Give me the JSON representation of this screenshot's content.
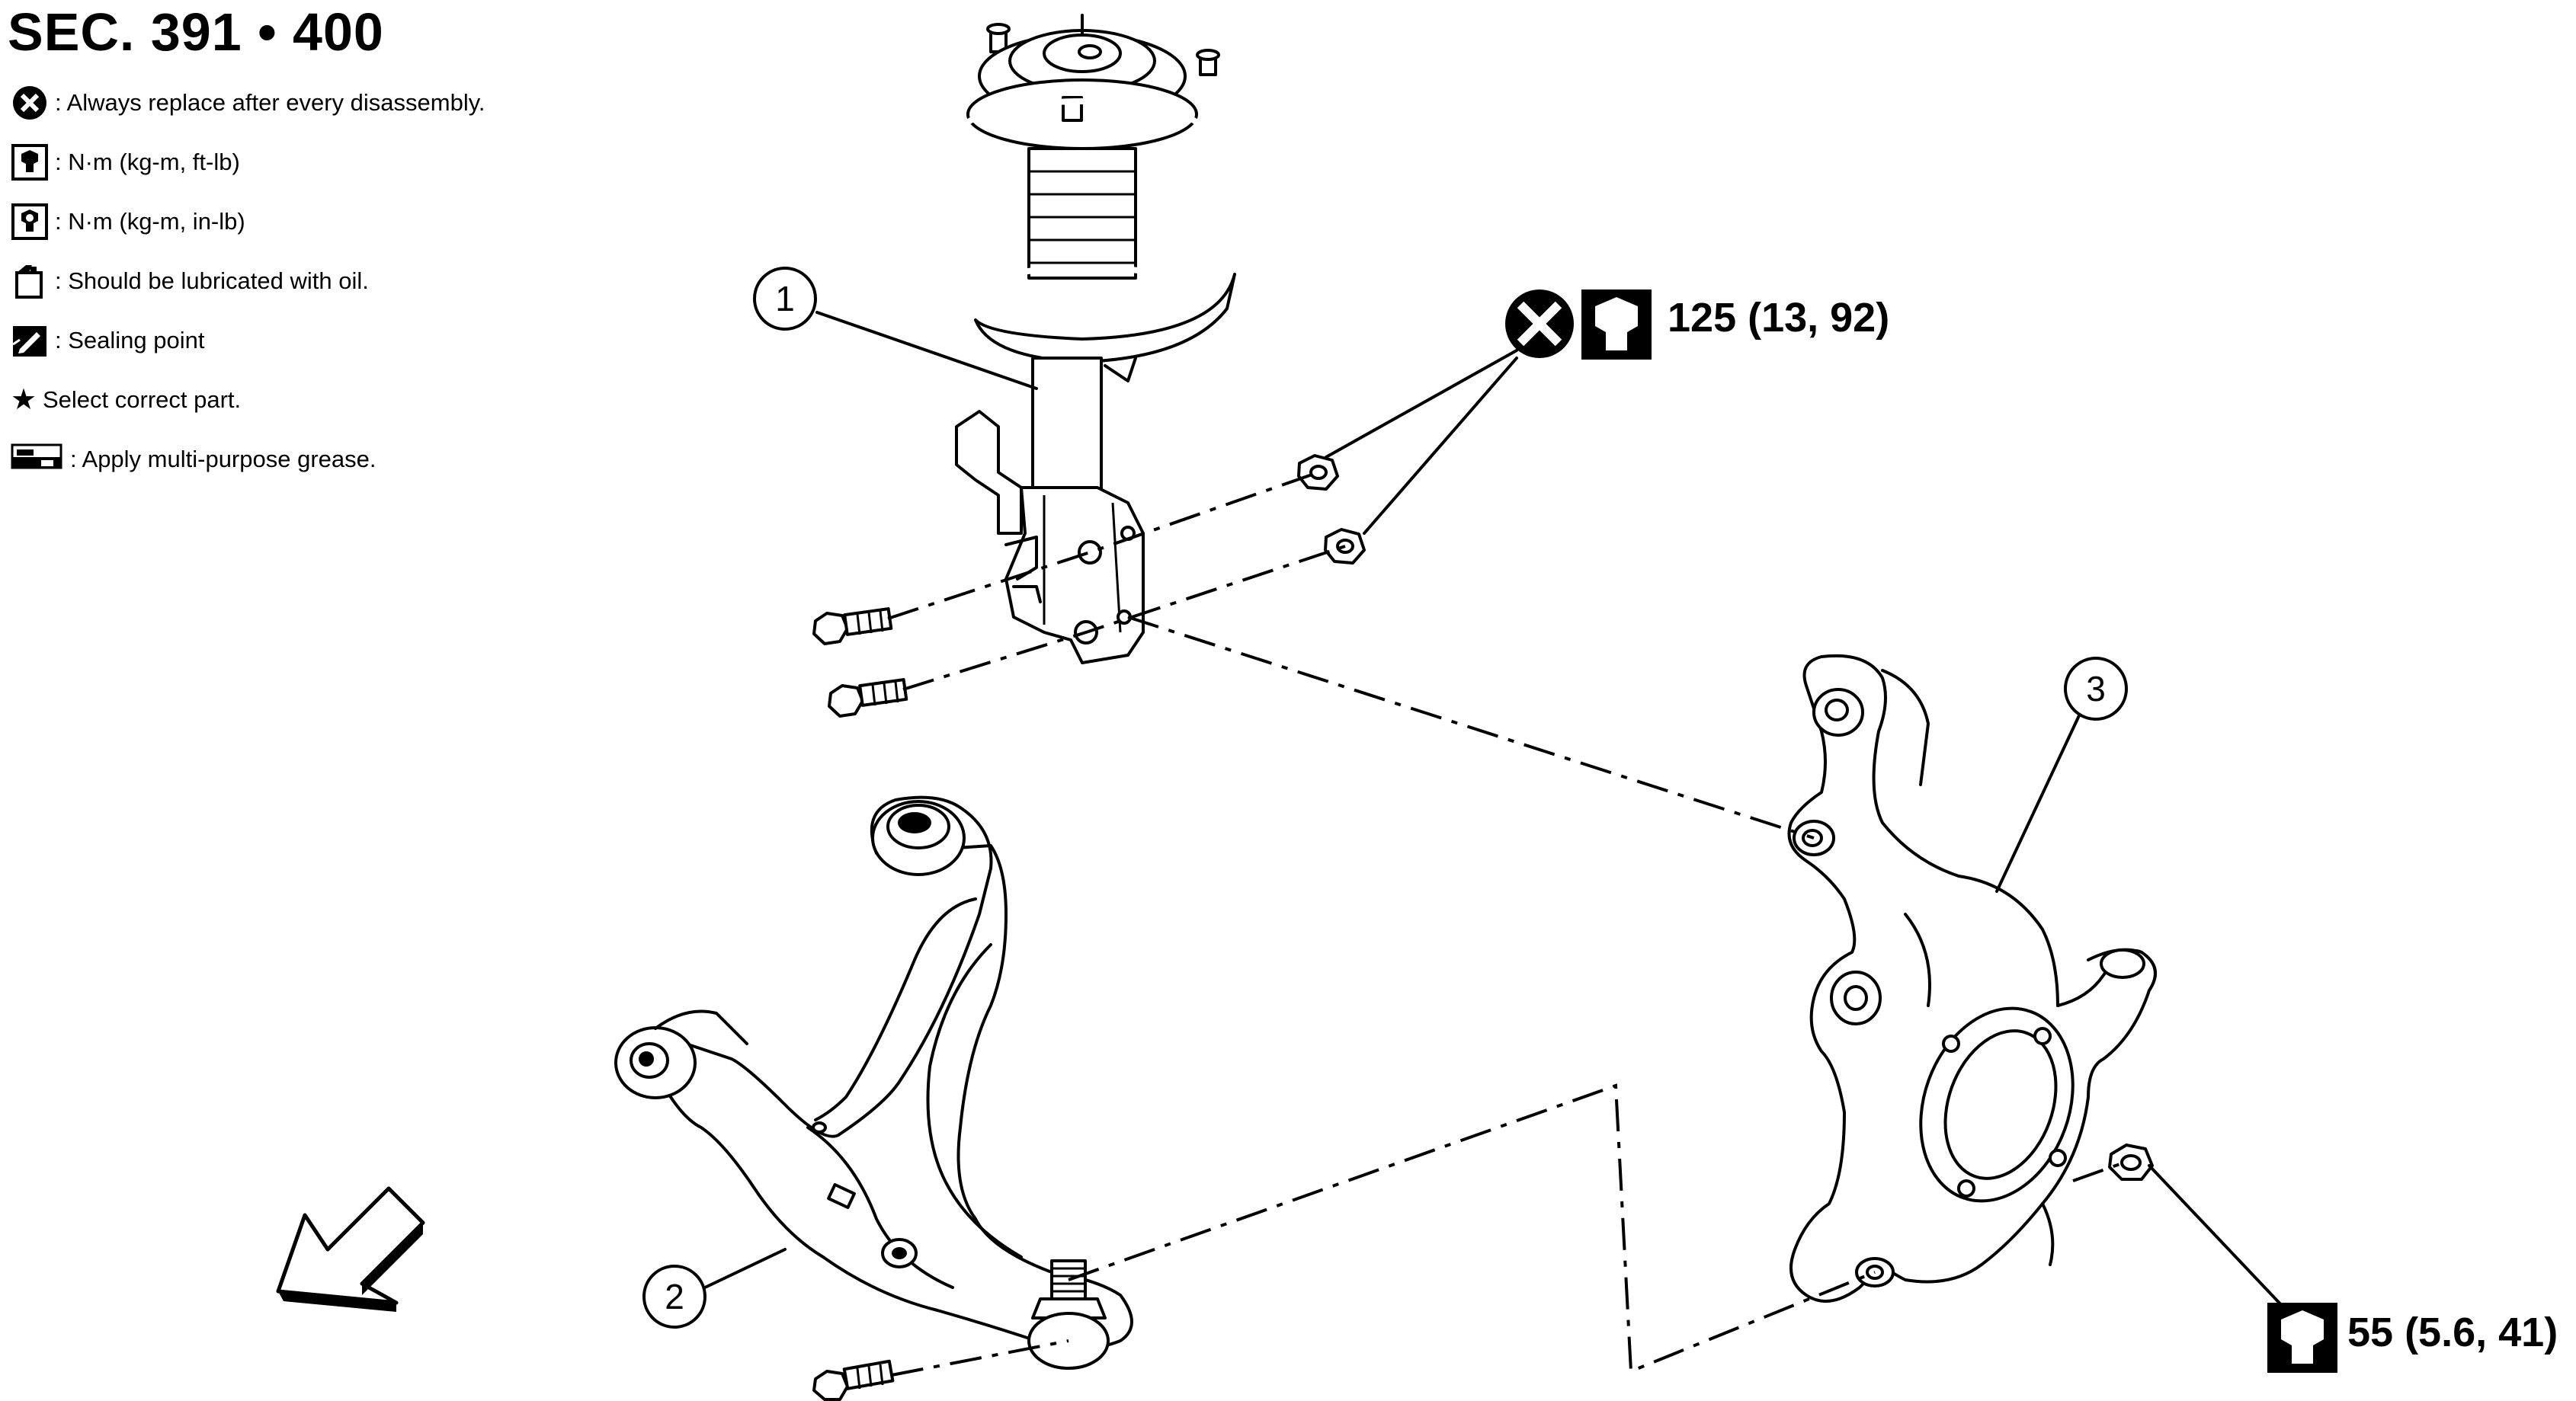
{
  "title": "SEC. 391 • 400",
  "legend": [
    {
      "icon": "replace-icon",
      "text": ": Always replace after every disassembly."
    },
    {
      "icon": "torque-ftlb-icon",
      "text": ": N·m (kg-m, ft-lb)"
    },
    {
      "icon": "torque-inlb-icon",
      "text": ": N·m (kg-m, in-lb)"
    },
    {
      "icon": "oil-icon",
      "text": ": Should be lubricated with oil."
    },
    {
      "icon": "sealing-icon",
      "text": ": Sealing point"
    },
    {
      "icon": "star-icon",
      "text": "Select correct part."
    },
    {
      "icon": "grease-icon",
      "text": ": Apply multi-purpose grease."
    }
  ],
  "parts": [
    {
      "number": "1"
    },
    {
      "number": "2"
    },
    {
      "number": "3"
    }
  ],
  "torque_callouts": [
    {
      "value": "125 (13, 92)",
      "replace": true,
      "icon": "torque-ftlb-icon"
    },
    {
      "value": "55 (5.6, 41)",
      "replace": false,
      "icon": "torque-ftlb-icon"
    }
  ],
  "front_arrow": {
    "icon": "front-direction-arrow-icon"
  }
}
